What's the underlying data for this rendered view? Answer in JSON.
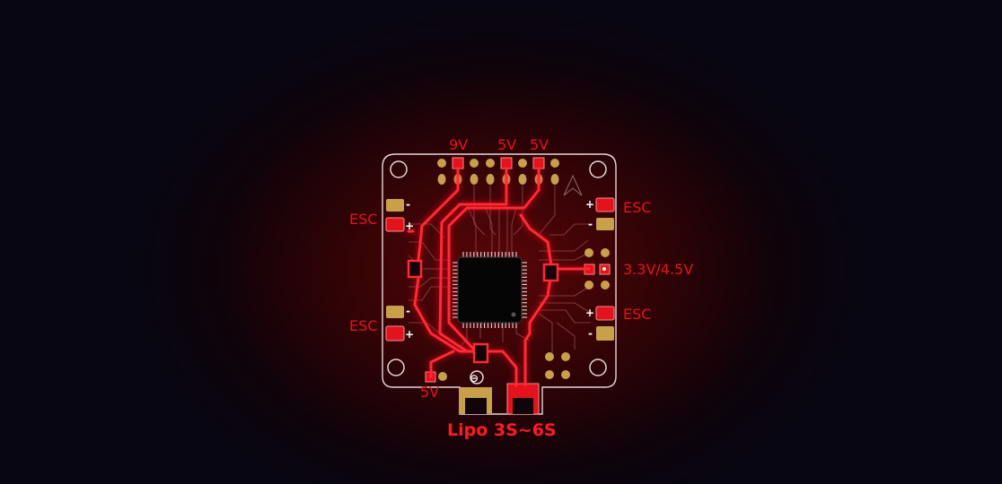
{
  "labels": {
    "pad_9v": "9V",
    "pad_5v_a": "5V",
    "pad_5v_b": "5V",
    "esc_left_top": "ESC",
    "esc_left_bottom": "ESC",
    "esc_right_top": "ESC",
    "esc_right_bottom": "ESC",
    "pad_33v": "3.3V/4.5V",
    "pad_5v_bottom": "5V",
    "battery": "Lipo 3S~6S"
  },
  "symbols": {
    "plus": "+",
    "minus": "-",
    "ground": "⊖"
  },
  "colors": {
    "accent": "#e8121c",
    "trace": "#ff2a33",
    "gold_pad": "#c9a04a",
    "board_outline": "#e8d6d8"
  }
}
